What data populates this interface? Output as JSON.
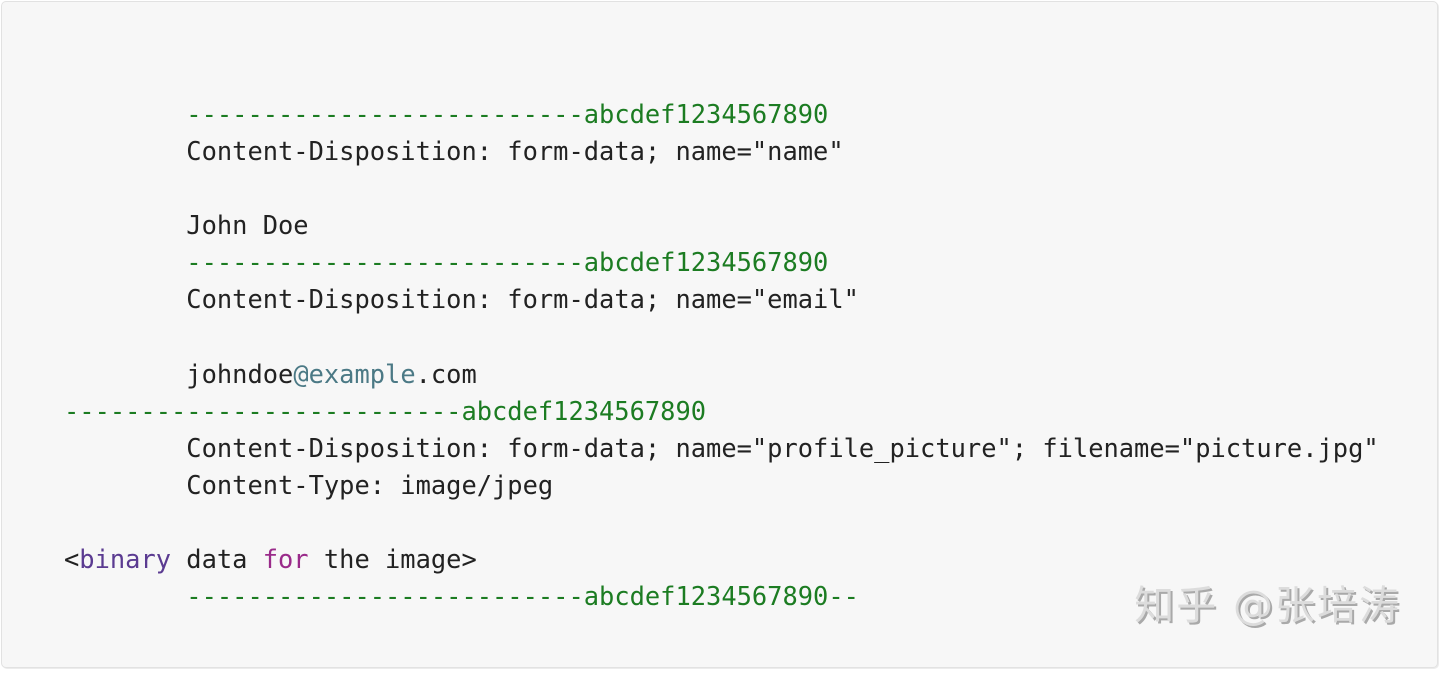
{
  "code_block": {
    "lines": [
      {
        "indent": "        ",
        "boundary": "--------------------------abcdef1234567890"
      },
      {
        "indent": "        ",
        "text": "Content-Disposition: form-data; name=\"name\""
      },
      {
        "indent": "",
        "text": ""
      },
      {
        "indent": "        ",
        "text": "John Doe"
      },
      {
        "indent": "        ",
        "boundary": "--------------------------abcdef1234567890"
      },
      {
        "indent": "        ",
        "text": "Content-Disposition: form-data; name=\"email\""
      },
      {
        "indent": "",
        "text": ""
      },
      {
        "indent": "        ",
        "email_user": "johndoe",
        "email_at": "@example",
        "email_tld": ".com"
      },
      {
        "indent": "",
        "boundary": "--------------------------abcdef1234567890"
      },
      {
        "indent": "        ",
        "text": "Content-Disposition: form-data; name=\"profile_picture\"; filename=\"picture.jpg\""
      },
      {
        "indent": "        ",
        "text": "Content-Type: image/jpeg"
      },
      {
        "indent": "",
        "text": ""
      },
      {
        "indent": "",
        "lt": "<",
        "kw_type": "binary",
        "mid": " data ",
        "kw_for": "for",
        "rest": " the image>"
      },
      {
        "indent": "        ",
        "boundary": "--------------------------abcdef1234567890--"
      }
    ]
  },
  "colors": {
    "boundary": "#1c7c22",
    "highlight_at": "#4b7985",
    "keyword_type": "#5b3b91",
    "keyword_for": "#9a2b8a",
    "text": "#222222",
    "background": "#f7f7f7"
  },
  "watermark": {
    "text": "知乎 @张培涛"
  }
}
